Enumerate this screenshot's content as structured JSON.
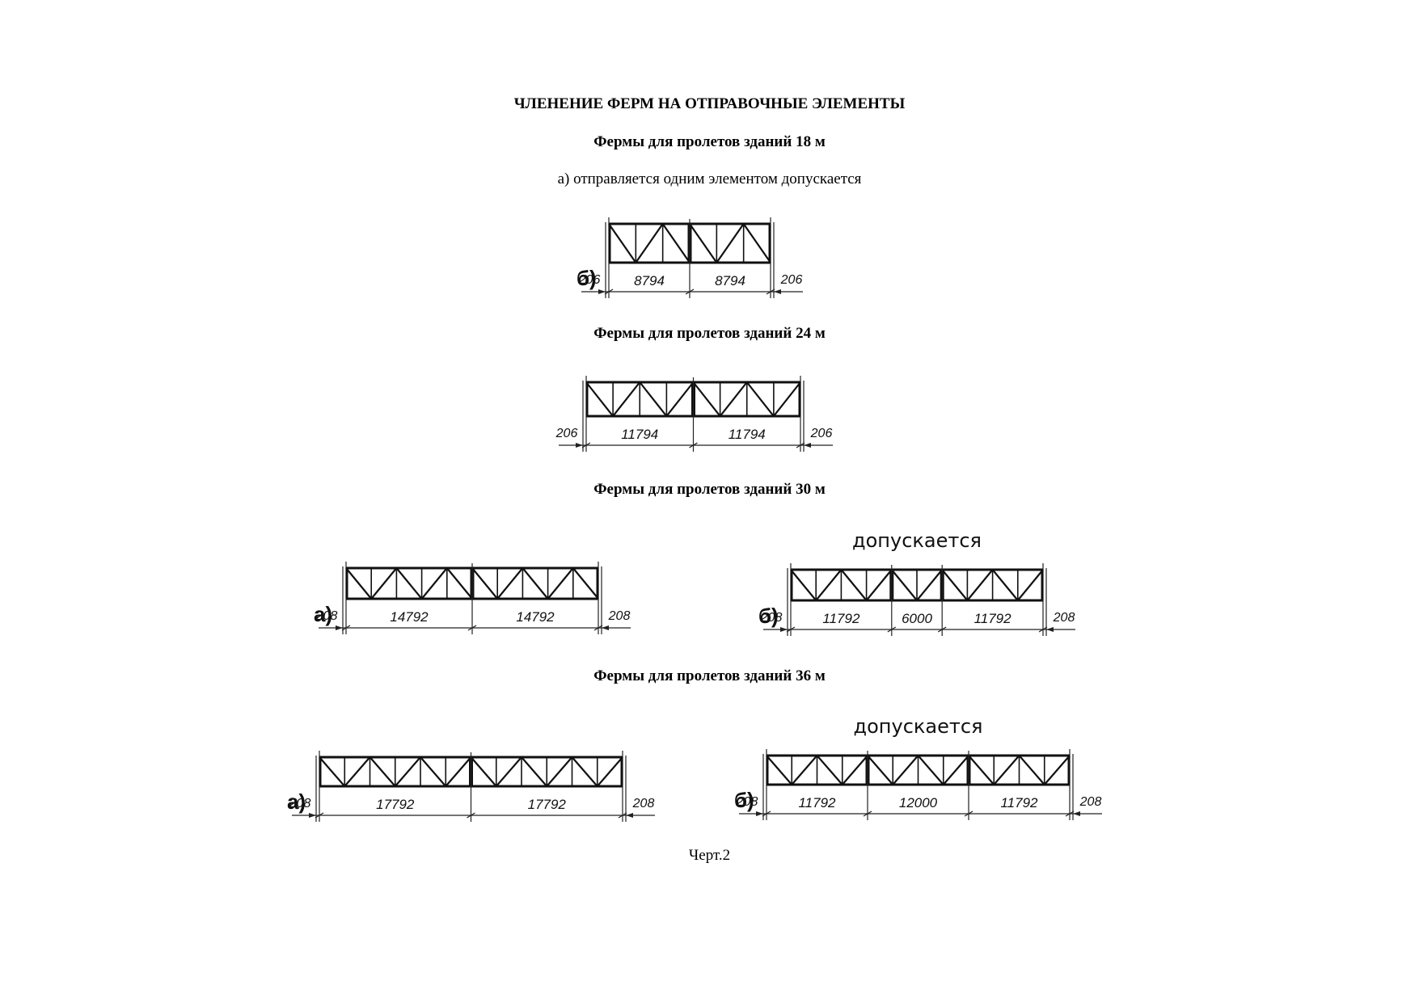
{
  "title": "ЧЛЕНЕНИЕ ФЕРМ НА ОТПРАВОЧНЫЕ ЭЛЕМЕНТЫ",
  "caption": "Черт.2",
  "sections": [
    {
      "heading": "Фермы для пролетов зданий 18 м",
      "note": "а) отправляется одним элементом допускается",
      "figures": [
        {
          "label": "б)",
          "permit": "",
          "end_left": "206",
          "end_right": "206",
          "segments": [
            "8794",
            "8794"
          ],
          "panels": [
            3,
            3
          ]
        }
      ]
    },
    {
      "heading": "Фермы для пролетов зданий 24 м",
      "figures": [
        {
          "label": "",
          "permit": "",
          "end_left": "206",
          "end_right": "206",
          "segments": [
            "11794",
            "11794"
          ],
          "panels": [
            4,
            4
          ]
        }
      ]
    },
    {
      "heading": "Фермы для пролетов зданий 30 м",
      "figures": [
        {
          "label": "а)",
          "permit": "",
          "end_left": "208",
          "end_right": "208",
          "segments": [
            "14792",
            "14792"
          ],
          "panels": [
            5,
            5
          ]
        },
        {
          "label": "б)",
          "permit": "допускается",
          "end_left": "208",
          "end_right": "208",
          "segments": [
            "11792",
            "6000",
            "11792"
          ],
          "panels": [
            4,
            2,
            4
          ]
        }
      ]
    },
    {
      "heading": "Фермы для пролетов зданий 36 м",
      "figures": [
        {
          "label": "а)",
          "permit": "",
          "end_left": "208",
          "end_right": "208",
          "segments": [
            "17792",
            "17792"
          ],
          "panels": [
            6,
            6
          ]
        },
        {
          "label": "б)",
          "permit": "допускается",
          "end_left": "208",
          "end_right": "208",
          "segments": [
            "11792",
            "12000",
            "11792"
          ],
          "panels": [
            4,
            4,
            4
          ]
        }
      ]
    }
  ]
}
